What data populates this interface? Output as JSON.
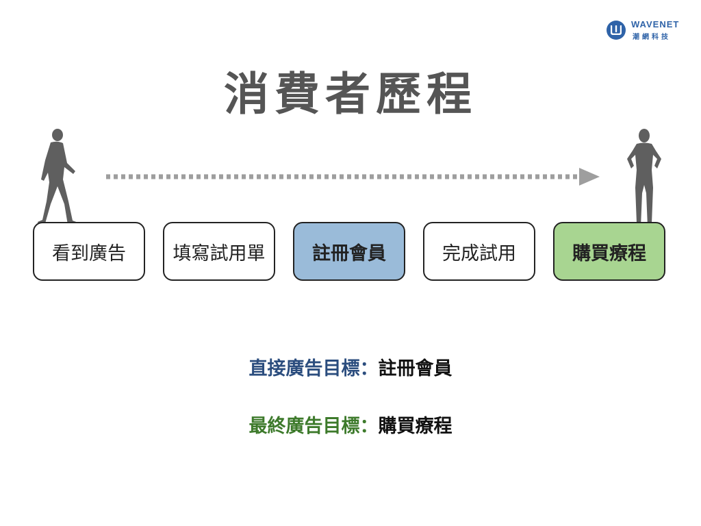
{
  "logo": {
    "name": "WAVENET",
    "subtitle": "潮網科技"
  },
  "title": "消費者歷程",
  "steps": [
    {
      "label": "看到廣告"
    },
    {
      "label": "填寫試用單"
    },
    {
      "label": "註冊會員"
    },
    {
      "label": "完成試用"
    },
    {
      "label": "購買療程"
    }
  ],
  "goals": {
    "direct": {
      "label": "直接廣告目標：",
      "value": "註冊會員"
    },
    "final": {
      "label": "最終廣告目標：",
      "value": "購買療程"
    }
  },
  "colors": {
    "title": "#555555",
    "brand": "#2f63a8",
    "highlight_blue": "#9abbd9",
    "highlight_green": "#a8d591",
    "goal_blue": "#2b4d7e",
    "goal_green": "#3d7a2b"
  }
}
